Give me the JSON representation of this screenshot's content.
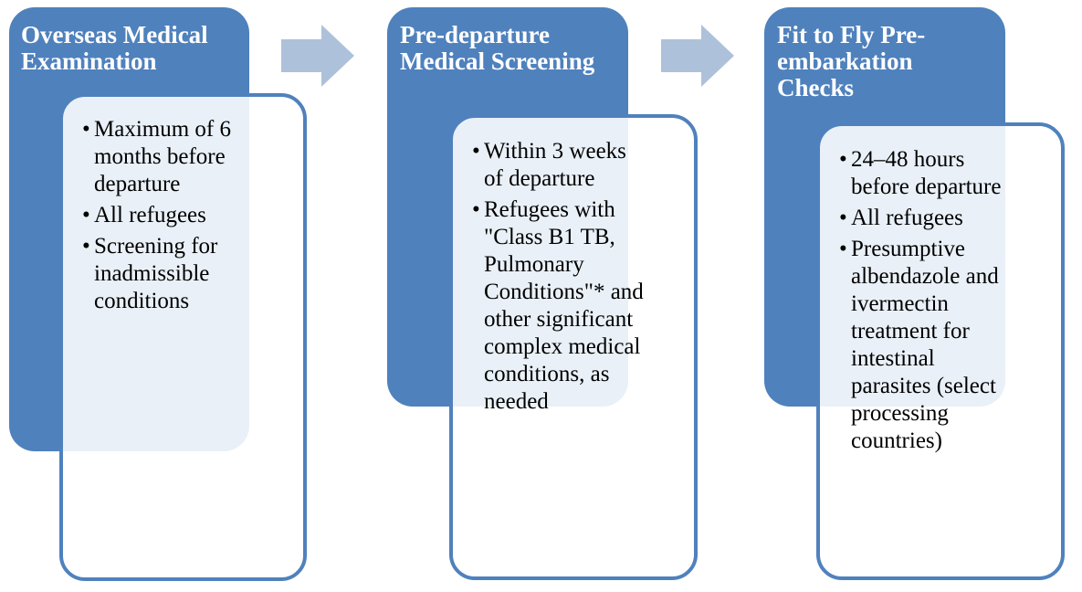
{
  "colors": {
    "header_fill": "#4f81bd",
    "card_border": "#4f81bd",
    "arrow_fill": "#aec1da",
    "title_text": "#ffffff",
    "body_text": "#000000"
  },
  "bullet_glyph": "•",
  "stages": [
    {
      "title_lines": [
        "Overseas Medical",
        "Examination"
      ],
      "bullets": [
        [
          "Maximum of 6",
          "months before",
          "departure"
        ],
        [
          "All refugees"
        ],
        [
          "Screening for",
          "inadmissible",
          "conditions"
        ]
      ]
    },
    {
      "title_lines": [
        "Pre-departure",
        "Medical Screening"
      ],
      "bullets": [
        [
          "Within 3 weeks",
          "of departure"
        ],
        [
          "Refugees with",
          "\"Class B1 TB,",
          "Pulmonary",
          "Conditions\"* and",
          "other significant",
          "complex medical",
          "conditions, as",
          "needed"
        ]
      ]
    },
    {
      "title_lines": [
        "Fit to Fly Pre-",
        "embarkation",
        "Checks"
      ],
      "bullets": [
        [
          "24–48 hours",
          "before departure"
        ],
        [
          "All refugees"
        ],
        [
          "Presumptive",
          "albendazole and",
          "ivermectin",
          "treatment for",
          "intestinal",
          "parasites (select",
          "processing",
          "countries)"
        ]
      ]
    }
  ]
}
